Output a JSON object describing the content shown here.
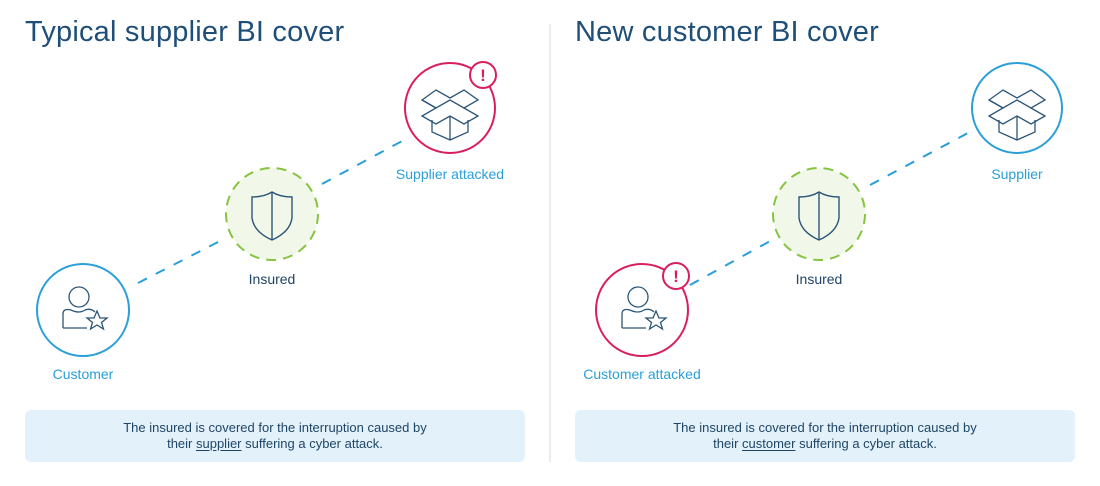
{
  "colors": {
    "title": "#1f4f78",
    "blue": "#2a9fd8",
    "pink": "#d91e5b",
    "green_dash": "#86c440",
    "green_fill": "#f1f8e9",
    "icon_stroke": "#2c5577",
    "dark_text": "#1e4466",
    "note_bg": "#e3f2fa",
    "divider": "#ececec"
  },
  "panels": [
    {
      "title": "Typical supplier BI cover",
      "nodes": {
        "customer": {
          "label": "Customer",
          "icon": "person-star-icon",
          "state": "normal",
          "alert": false
        },
        "insured": {
          "label": "Insured",
          "icon": "shield-icon",
          "state": "insured"
        },
        "supplier": {
          "label": "Supplier attacked",
          "icon": "open-box-icon",
          "state": "attacked",
          "alert": true
        }
      },
      "note": {
        "line1": "The insured is covered for the interruption caused by",
        "line2_prefix": "their ",
        "line2_emphasis": "supplier",
        "line2_suffix": " suffering a cyber attack."
      }
    },
    {
      "title": "New customer BI cover",
      "nodes": {
        "customer": {
          "label": "Customer attacked",
          "icon": "person-star-icon",
          "state": "attacked",
          "alert": true
        },
        "insured": {
          "label": "Insured",
          "icon": "shield-icon",
          "state": "insured"
        },
        "supplier": {
          "label": "Supplier",
          "icon": "open-box-icon",
          "state": "normal",
          "alert": false
        }
      },
      "note": {
        "line1": "The insured is covered for the interruption caused by",
        "line2_prefix": "their ",
        "line2_emphasis": "customer",
        "line2_suffix": " suffering a cyber attack."
      }
    }
  ],
  "alert_symbol": "!"
}
